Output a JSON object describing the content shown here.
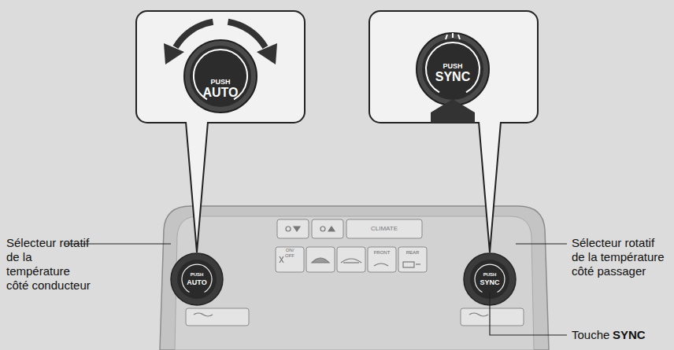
{
  "diagram": {
    "labels": [
      "PUSH",
      "AUTO",
      "PUSH",
      "SYNC",
      "PUSH",
      "AUTO",
      "CLIMATE",
      "PUSH",
      "SYNC",
      "ON/ OFF",
      "FRONT",
      "REAR",
      "Sélecteur rotatif de la température côté conducteur",
      "Sélecteur rotatif de la température côté passager",
      "Touche",
      "SYNC"
    ]
  }
}
